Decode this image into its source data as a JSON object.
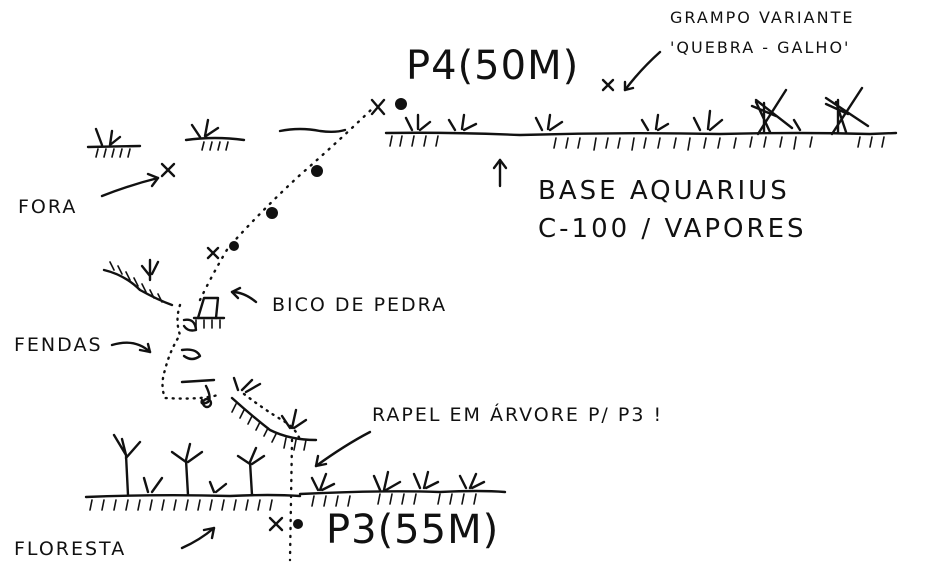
{
  "labels": {
    "grampo_line1": "GRAMPO VARIANTE",
    "grampo_line2": "'QUEBRA - GALHO'",
    "p4": "P4(50M)",
    "base_line1": "BASE AQUARIUS",
    "base_line2": "C-100 / VAPORES",
    "fora": "FORA",
    "bico": "BICO DE PEDRA",
    "fendas": "FENDAS",
    "rapel": "RAPEL EM ÁRVORE P/ P3 !",
    "p3": "P3(55M)",
    "floresta": "FLORESTA"
  },
  "colors": {
    "ink": "#111111",
    "paper": "#ffffff"
  }
}
